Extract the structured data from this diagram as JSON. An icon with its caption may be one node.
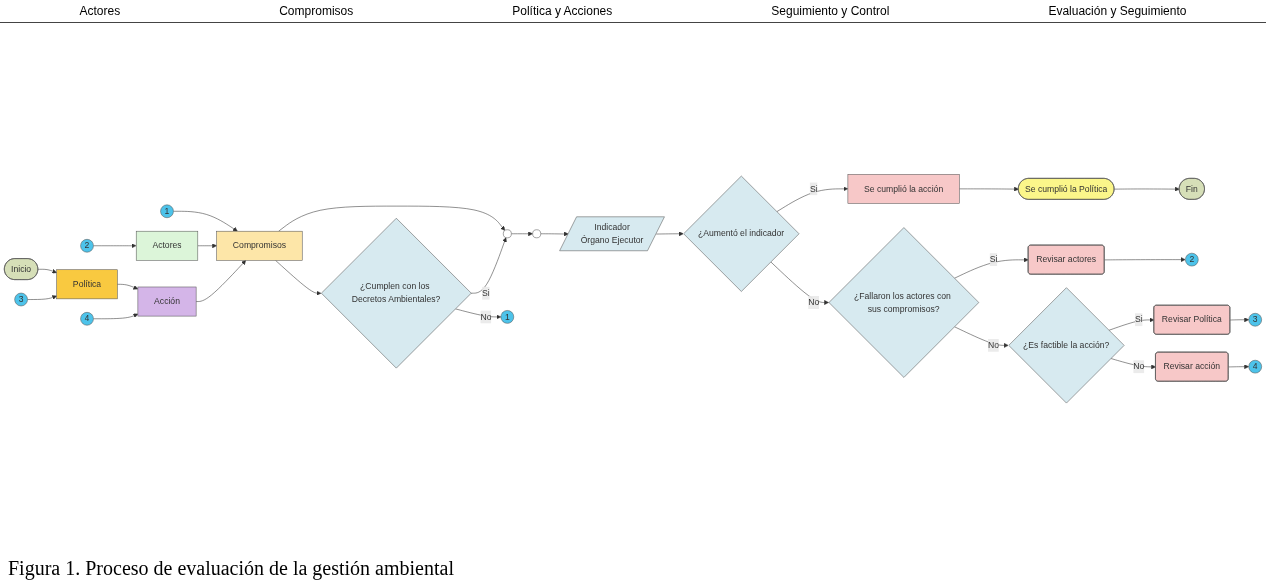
{
  "diagram": {
    "caption": "Figura 1. Proceso de evaluación de la gestión ambiental",
    "nodes": [
      {
        "text": [
          "Inicio"
        ]
      },
      {
        "text": [
          "Política"
        ]
      },
      {
        "text": [
          "3"
        ]
      },
      {
        "text": [
          "Indicador",
          "Órgano Ejecutor"
        ]
      },
      {
        "text": [
          "Se cumplió la acción"
        ]
      },
      {
        "text": [
          "1"
        ]
      },
      {
        "text": [
          "Actores"
        ]
      },
      {
        "text": [
          "Compromisos"
        ]
      },
      {
        "text": [
          "Acción"
        ]
      },
      {
        "text": [
          "¿Aumentó el indicador"
        ]
      },
      {
        "text": [
          "Se cumplió la Política"
        ]
      },
      {
        "text": [
          "Fin"
        ]
      },
      {
        "text": [
          "4"
        ]
      },
      {
        "text": [
          "2"
        ]
      },
      {
        "text": [],
        "shape": "circle"
      },
      {
        "text": [],
        "shape": "circle"
      },
      {
        "text": [
          "2"
        ]
      },
      {
        "text": [
          "Revisar actores"
        ]
      },
      {
        "text": [
          "¿Fallaron los actores con sus compromisos?"
        ]
      },
      {
        "text": [
          "Revisar Política"
        ]
      },
      {
        "text": [
          "3"
        ]
      },
      {
        "text": [
          "4"
        ]
      },
      {
        "text": [
          "¿Es factible la acción?"
        ]
      },
      {
        "text": [
          "Revisar acción"
        ]
      },
      {
        "text": [
          "¿Cumplen con los Decretos Ambientales?"
        ]
      },
      {
        "text": [
          "1"
        ]
      }
    ],
    "edges": [
      {
        "from": 0,
        "to": 1,
        "arrow": "to"
      },
      {
        "from": 2,
        "to": 1,
        "arrow": "to"
      },
      {
        "from": 1,
        "to": 8,
        "arrow": "to"
      },
      {
        "from": 5,
        "to": 7,
        "arrow": "to"
      },
      {
        "from": 6,
        "to": 7,
        "arrow": "to"
      },
      {
        "from": 8,
        "to": 7,
        "arrow": "to"
      },
      {
        "from": 12,
        "to": 8,
        "arrow": "to"
      },
      {
        "from": 13,
        "to": 6,
        "arrow": "to"
      },
      {
        "from": 7,
        "to": 14,
        "arrow": "to"
      },
      {
        "from": 7,
        "to": 24,
        "arrow": "to"
      },
      {
        "from": 24,
        "to": 14,
        "label": "Si",
        "arrow": "to"
      },
      {
        "from": 24,
        "to": 25,
        "label": "No",
        "arrow": "to"
      },
      {
        "from": 14,
        "to": 15,
        "arrow": "to"
      },
      {
        "from": 15,
        "to": 3,
        "arrow": "to"
      },
      {
        "from": 3,
        "to": 9,
        "arrow": "to"
      },
      {
        "from": 9,
        "to": 4,
        "label": "Si",
        "arrow": "to"
      },
      {
        "from": 9,
        "to": 18,
        "label": "No",
        "arrow": "to"
      },
      {
        "from": 4,
        "to": 10,
        "arrow": "to"
      },
      {
        "from": 10,
        "to": 11,
        "arrow": "to"
      },
      {
        "from": 17,
        "to": 16,
        "arrow": "to"
      },
      {
        "from": 18,
        "to": 17,
        "label": "Si",
        "arrow": "to"
      },
      {
        "from": 18,
        "to": 22,
        "label": "No",
        "arrow": "to"
      },
      {
        "from": 22,
        "to": 19,
        "label": "Si",
        "arrow": "to"
      },
      {
        "from": 22,
        "to": 23,
        "label": "No",
        "arrow": "to"
      },
      {
        "from": 19,
        "to": 20,
        "arrow": "to"
      },
      {
        "from": 23,
        "to": 21,
        "arrow": "to"
      }
    ],
    "labels": [
      "Actores",
      "Compromisos",
      "Política y Acciones",
      "Seguimiento y Control",
      "Evaluación y Seguimiento"
    ]
  }
}
